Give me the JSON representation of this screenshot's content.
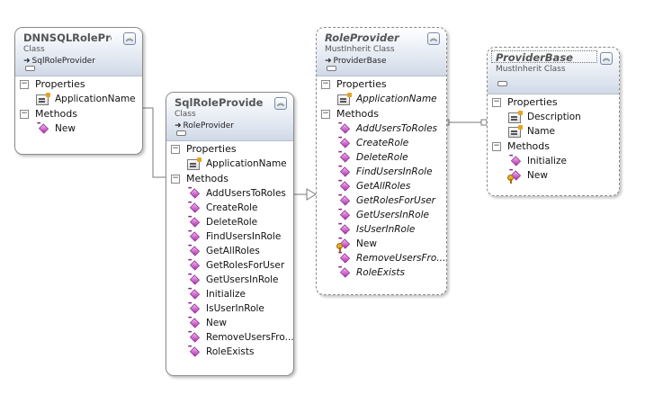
{
  "classes": {
    "dnn": {
      "name": "DNNSQLRolePro...",
      "kind": "Class",
      "base": "SqlRoleProvider",
      "properties_label": "Properties",
      "properties": [
        "ApplicationName"
      ],
      "methods_label": "Methods",
      "methods": [
        "New"
      ]
    },
    "sql": {
      "name": "SqlRoleProvider",
      "kind": "Class",
      "base": "RoleProvider",
      "properties_label": "Properties",
      "properties": [
        "ApplicationName"
      ],
      "methods_label": "Methods",
      "methods": [
        "AddUsersToRoles",
        "CreateRole",
        "DeleteRole",
        "FindUsersInRole",
        "GetAllRoles",
        "GetRolesForUser",
        "GetUsersInRole",
        "Initialize",
        "IsUserInRole",
        "New",
        "RemoveUsersFro...",
        "RoleExists"
      ]
    },
    "role": {
      "name": "RoleProvider",
      "kind": "MustInherit Class",
      "base": "ProviderBase",
      "properties_label": "Properties",
      "properties": [
        "ApplicationName"
      ],
      "methods_label": "Methods",
      "methods": [
        "AddUsersToRoles",
        "CreateRole",
        "DeleteRole",
        "FindUsersInRole",
        "GetAllRoles",
        "GetRolesForUser",
        "GetUsersInRole",
        "IsUserInRole",
        "New",
        "RemoveUsersFro...",
        "RoleExists"
      ]
    },
    "pb": {
      "name": "ProviderBase",
      "kind": "MustInherit Class",
      "properties_label": "Properties",
      "properties": [
        "Description",
        "Name"
      ],
      "methods_label": "Methods",
      "methods": [
        "Initialize",
        "New"
      ]
    }
  },
  "icons": {
    "collapse": "double-chevron-up-icon",
    "section_toggle": "minus-box-icon",
    "property": "property-icon",
    "method": "method-icon",
    "protected_method": "protected-method-icon",
    "inheritance": "inheritance-arrow-icon"
  },
  "colors": {
    "header_gradient_top": "#ffffff",
    "header_gradient_bottom": "#cfd8e6",
    "border": "#8a8a8a",
    "method_icon": "#b030b0"
  }
}
